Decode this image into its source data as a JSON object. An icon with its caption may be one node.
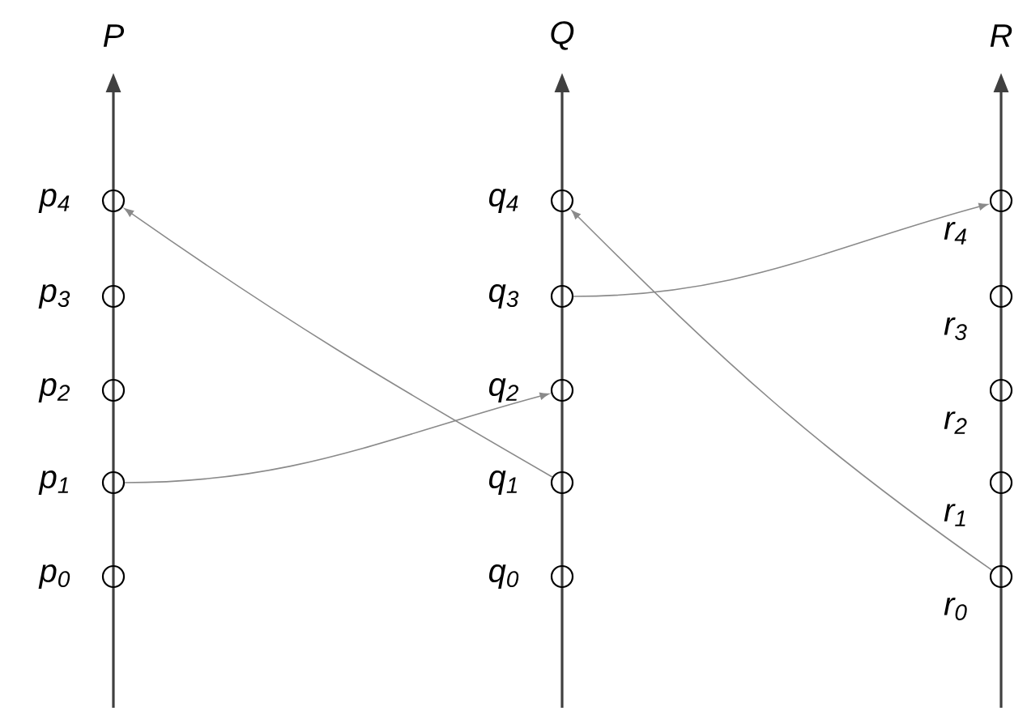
{
  "diagram": {
    "nodes": [
      {
        "text": [],
        "shape": "circle",
        "beside": [
          "p$_{4}$"
        ]
      },
      {
        "text": [],
        "shape": "circle",
        "beside": [
          "p$_{3}$"
        ]
      },
      {
        "text": [],
        "shape": "circle",
        "beside": [
          "p$_{2}$"
        ]
      },
      {
        "text": [],
        "shape": "circle",
        "beside": [
          "p$_{1}$"
        ]
      },
      {
        "text": [],
        "shape": "circle",
        "beside": [
          "p$_{0}$"
        ]
      },
      {
        "text": [],
        "shape": "circle",
        "beside": [
          "q$_{4}$"
        ]
      },
      {
        "text": [],
        "shape": "circle",
        "beside": [
          "q$_{3}$"
        ]
      },
      {
        "text": [],
        "shape": "circle",
        "beside": [
          "q$_{2}$"
        ]
      },
      {
        "text": [],
        "shape": "circle",
        "beside": [
          "q$_{1}$"
        ]
      },
      {
        "text": [],
        "shape": "circle",
        "beside": [
          "q$_{0}$"
        ]
      },
      {
        "text": [],
        "shape": "circle",
        "beside": [
          "r$_{4}$"
        ]
      },
      {
        "text": [],
        "shape": "circle",
        "beside": [
          "r$_{3}$"
        ]
      },
      {
        "text": [],
        "shape": "circle",
        "beside": [
          "r$_{2}$"
        ]
      },
      {
        "text": [],
        "shape": "circle",
        "beside": [
          "r$_{1}$"
        ]
      },
      {
        "text": [],
        "shape": "circle",
        "beside": [
          "r$_{0}$"
        ]
      }
    ],
    "edges": [
      {
        "from": 3,
        "to": 7,
        "arrow": "to"
      },
      {
        "from": 8,
        "to": 0,
        "arrow": "to"
      },
      {
        "from": 6,
        "to": 10,
        "arrow": "to"
      },
      {
        "from": 14,
        "to": 5,
        "arrow": "to"
      }
    ],
    "labels": [
      "P",
      "Q",
      "R"
    ]
  }
}
